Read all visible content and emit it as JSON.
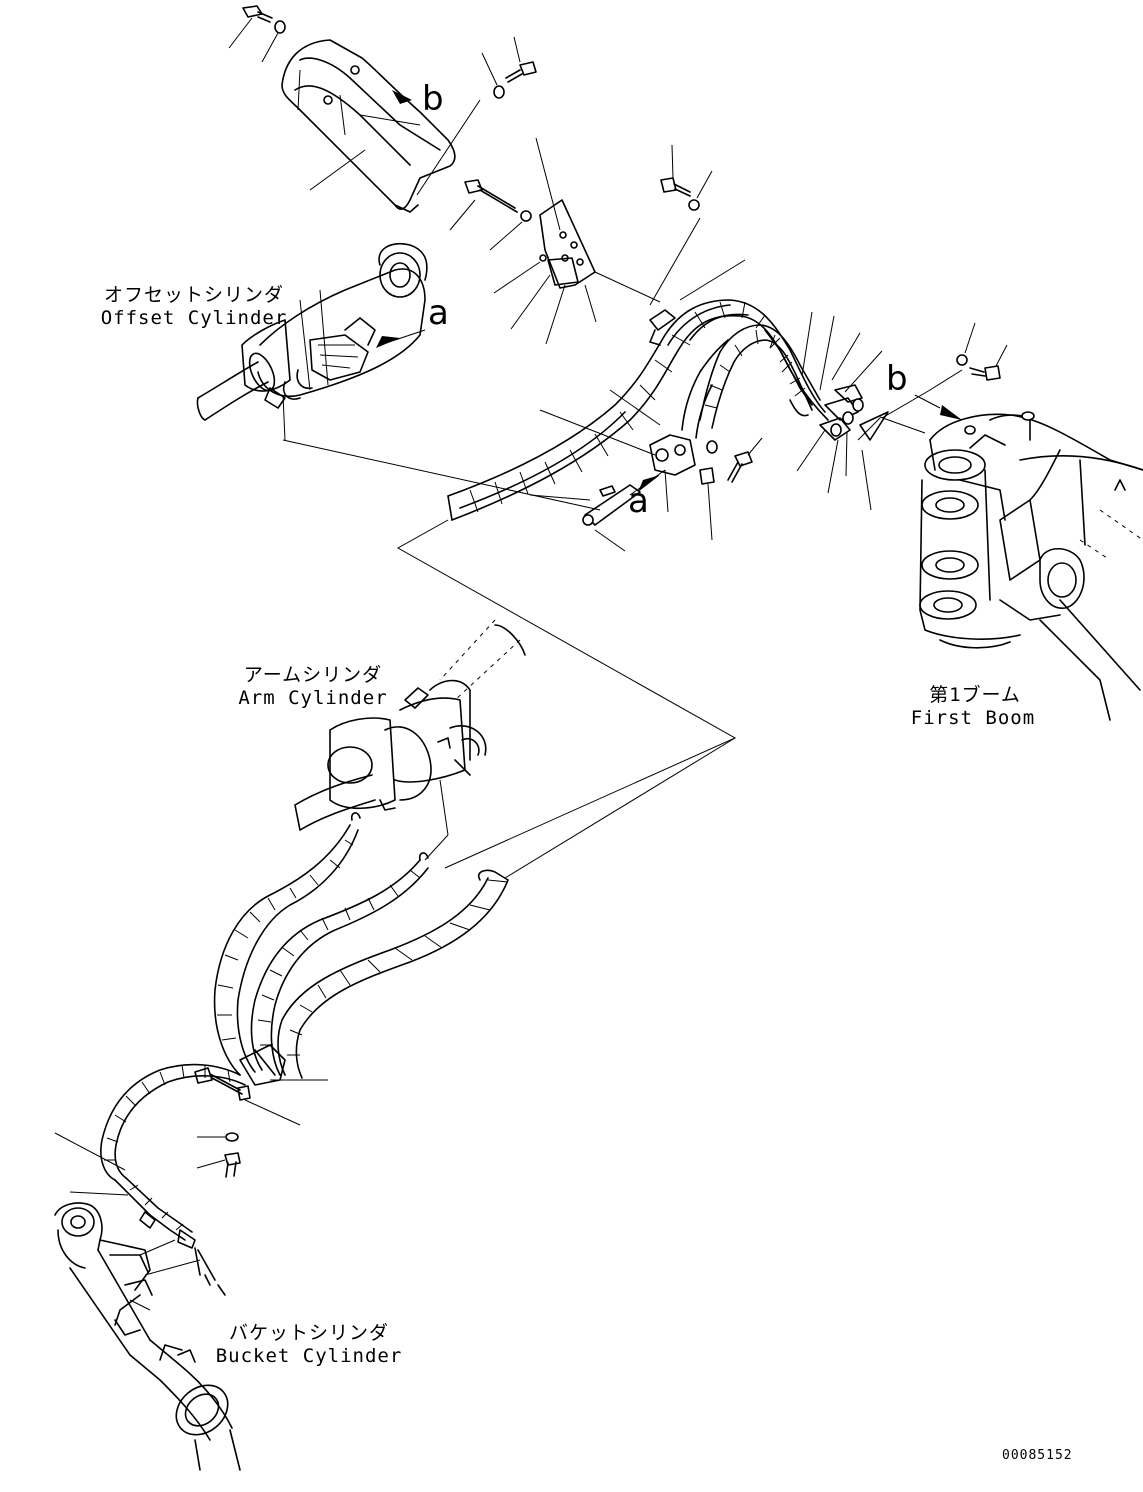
{
  "labels": {
    "offset_cylinder_jp": "オフセットシリンダ",
    "offset_cylinder_en": "Offset Cylinder",
    "arm_cylinder_jp": "アームシリンダ",
    "arm_cylinder_en": "Arm Cylinder",
    "first_boom_jp": "第1ブーム",
    "first_boom_en": "First Boom",
    "bucket_cylinder_jp": "バケットシリンダ",
    "bucket_cylinder_en": "Bucket Cylinder"
  },
  "callouts": {
    "a_top": "a",
    "a_mid": "a",
    "b_top": "b",
    "b_right": "b"
  },
  "document_number": "00085152"
}
